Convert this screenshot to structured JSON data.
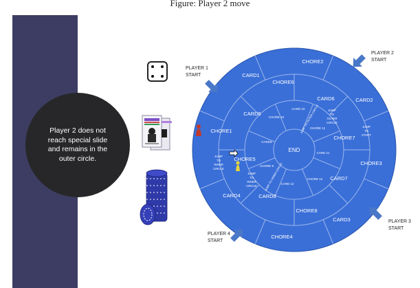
{
  "header": {
    "caption": "Figure: Player 2 move"
  },
  "info_bubble": {
    "text": "Player 2 does not reach special slide and remains in the outer circle."
  },
  "colors": {
    "panel": "#3d3d63",
    "bubble": "#272729",
    "board": "#3a6fd8",
    "board_line": "#9db7ea",
    "arrow": "#4a78c8",
    "pawn_red": "#c0392b",
    "pawn_yellow": "#e8d23a",
    "chips": "#2f3aa8"
  },
  "components": {
    "die_face": 4,
    "card_deck": "chore cards",
    "chip_stack": "poker chips"
  },
  "players": [
    {
      "label_line1": "PLAYER 1",
      "label_line2": "START"
    },
    {
      "label_line1": "PLAYER 2",
      "label_line2": "START"
    },
    {
      "label_line1": "PLAYER 3",
      "label_line2": "START"
    },
    {
      "label_line1": "PLAYER 4",
      "label_line2": "START"
    }
  ],
  "board": {
    "outer_ring": [
      "CHORE2",
      "CARD2",
      "CHORE3",
      "CARD3",
      "CHORE4",
      "CARD4",
      "CHORE1",
      "CARD1"
    ],
    "middle_ring": [
      "CHORE6",
      "CARD6",
      "CHORE7",
      "CARD7",
      "CHORE8",
      "CARD8",
      "CHORE5",
      "CARD5"
    ],
    "inner_ring": [
      "CARD 10",
      "CHORE 11",
      "CARD 11",
      "CHORE 12",
      "CARD 12",
      "CHORE 9",
      "CARD9",
      "CHORE 10"
    ],
    "center": "END",
    "jump_outer": [
      "JUMP",
      "TO",
      "OUTER",
      "CIRCLE"
    ],
    "jump_start": [
      "JUMP",
      "TO",
      "START"
    ],
    "jump_inner_left": [
      "JUMP",
      "TO",
      "INNER",
      "CIRCLE"
    ],
    "jump_inner_mid": [
      "JUMP",
      "TO",
      "INNER",
      "CIRCLE"
    ],
    "jump_diag_top": "JUMP TO OUTER CIRCLE",
    "jump_diag_bottom": "JUMP TO INNER CIRCLE"
  }
}
